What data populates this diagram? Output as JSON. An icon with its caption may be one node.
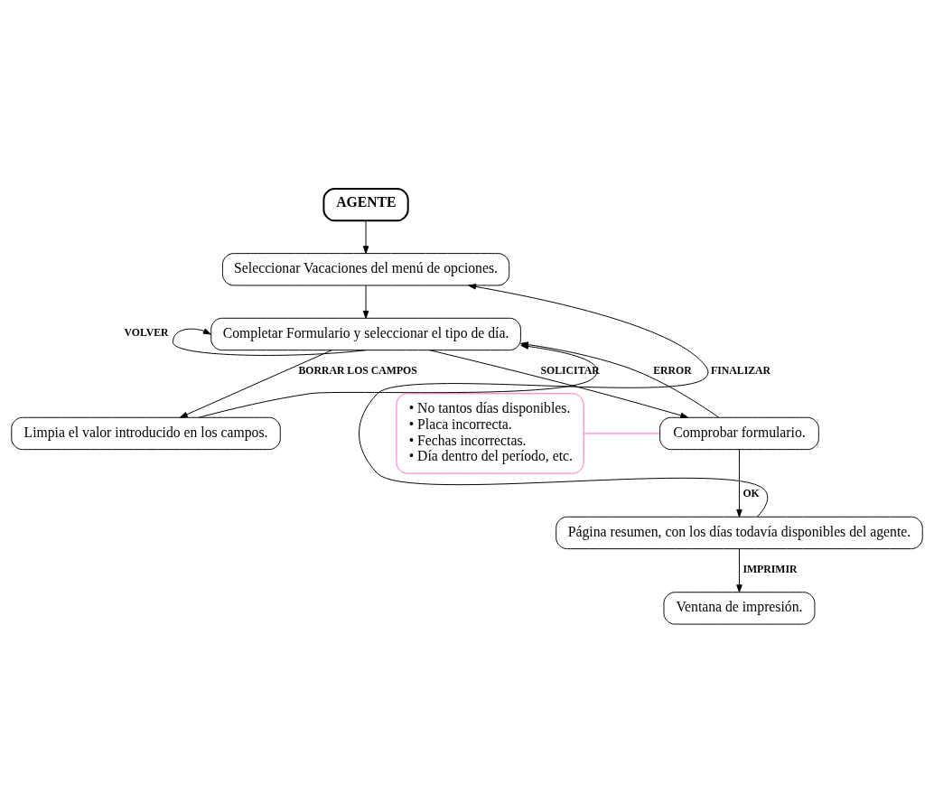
{
  "diagram": {
    "nodes": [
      {
        "text": [
          "AGENTE"
        ]
      },
      {
        "text": [
          "Seleccionar Vacaciones del menú de opciones."
        ]
      },
      {
        "text": [
          "Completar Formulario y seleccionar el tipo de día."
        ]
      },
      {
        "text": [
          "Limpia el valor introducido en los campos."
        ]
      },
      {
        "text": [
          "• No tantos días disponibles.",
          "• Placa incorrecta.",
          "• Fechas incorrectas.",
          "• Día dentro del período, etc."
        ]
      },
      {
        "text": [
          "Comprobar formulario."
        ]
      },
      {
        "text": [
          "Página resumen, con los días todavía disponibles del agente."
        ]
      },
      {
        "text": [
          "Ventana de impresión."
        ]
      }
    ],
    "edges": [
      {
        "from": 0,
        "to": 1,
        "arrow": "to"
      },
      {
        "from": 1,
        "to": 2,
        "arrow": "to"
      },
      {
        "from": 2,
        "to": 2,
        "label": "VOLVER",
        "arrow": "to"
      },
      {
        "from": 2,
        "to": 5,
        "label": "SOLICITAR",
        "arrow": "to"
      },
      {
        "from": 2,
        "to": 3,
        "label": "BORRAR LOS CAMPOS",
        "arrow": "to"
      },
      {
        "from": 3,
        "to": 2,
        "arrow": "to"
      },
      {
        "from": 4,
        "to": 5,
        "arrow": "none",
        "color": "#ff66cc"
      },
      {
        "from": 5,
        "to": 2,
        "label": "ERROR",
        "arrow": "to"
      },
      {
        "from": 5,
        "to": 6,
        "label": "OK",
        "arrow": "to"
      },
      {
        "from": 6,
        "to": 7,
        "label": "IMPRIMIR",
        "arrow": "to"
      },
      {
        "from": 6,
        "to": 1,
        "label": "FINALIZAR",
        "arrow": "to"
      }
    ]
  }
}
